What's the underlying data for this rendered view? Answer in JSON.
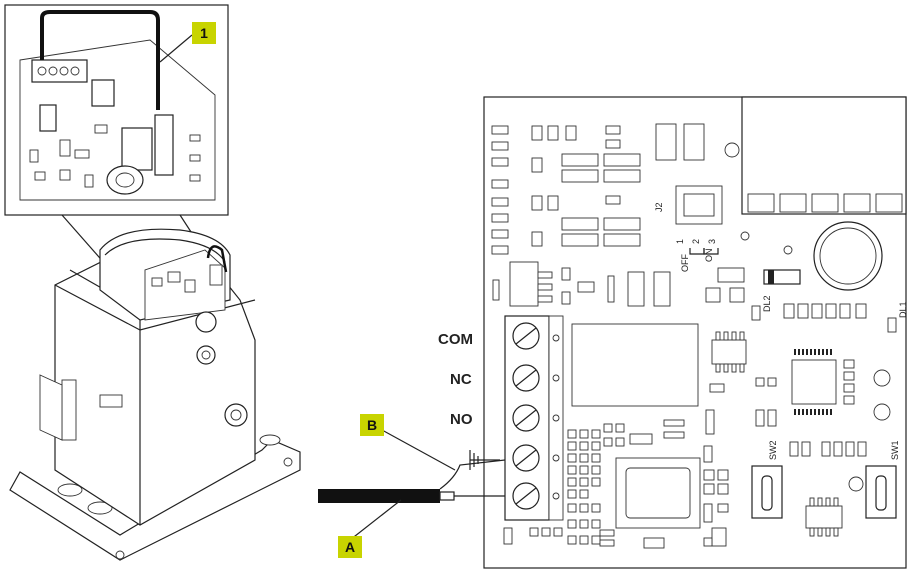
{
  "colors": {
    "accent": "#c8d400",
    "line": "#222222",
    "background": "#ffffff"
  },
  "callouts": {
    "one": "1",
    "a": "A",
    "b": "B"
  },
  "terminals": {
    "com": "COM",
    "nc": "NC",
    "no": "NO"
  },
  "board_labels": {
    "j2": "J2",
    "off": "OFF",
    "on": "ON",
    "pos1": "1",
    "pos2": "2",
    "pos3": "3",
    "dl1": "DL1",
    "dl2": "DL2",
    "sw1": "SW1",
    "sw2": "SW2"
  }
}
